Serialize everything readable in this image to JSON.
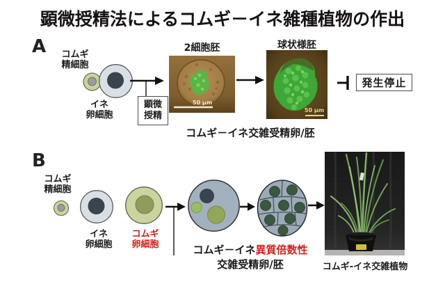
{
  "title": "顕微授精法によるコムギ－イネ雑種植物の作出",
  "panel_a": {
    "label": "A",
    "wheat_sperm": {
      "line1": "コムギ",
      "line2": "精細胞"
    },
    "rice_egg": {
      "line1": "イネ",
      "line2": "卵細胞"
    },
    "microinjection": {
      "line1": "顕微",
      "line2": "授精"
    },
    "photo_2cell": {
      "title": "2細胞胚",
      "scalebar": "50 μm"
    },
    "photo_globular": {
      "title": "球状様胚",
      "scalebar": "50 μm"
    },
    "arrest_label": "発生停止",
    "caption": "コムギ－イネ交雑受精卵/胚"
  },
  "panel_b": {
    "label": "B",
    "wheat_sperm": {
      "line1": "コムギ",
      "line2": "精細胞"
    },
    "rice_egg": {
      "line1": "イネ",
      "line2": "卵細胞"
    },
    "wheat_egg": {
      "line1": "コムギ",
      "line2": "卵細胞"
    },
    "caption": {
      "line1_black": "コムギ－イネ",
      "line1_red": "異質倍数性",
      "line2": "交雑受精卵/胚"
    },
    "plant_caption": "コムギ-イネ交雑植物"
  },
  "colors": {
    "red_text": "#d21f1a",
    "wheat_cell_fill": "#c9d49f",
    "wheat_egg_nucleus": "#8e9c5c",
    "sperm_nucleus": "#9b9d9a",
    "rice_cell_fill": "#dadfe5",
    "rice_nucleus": "#3a4350",
    "fused_cell_fill": "#a3b0bd",
    "embryo_cell_fill": "#9dabb8",
    "embryo_nucleus": "#3c5741",
    "fluorescence_green": "#4db945",
    "micrograph_brown": "#8a6834"
  }
}
